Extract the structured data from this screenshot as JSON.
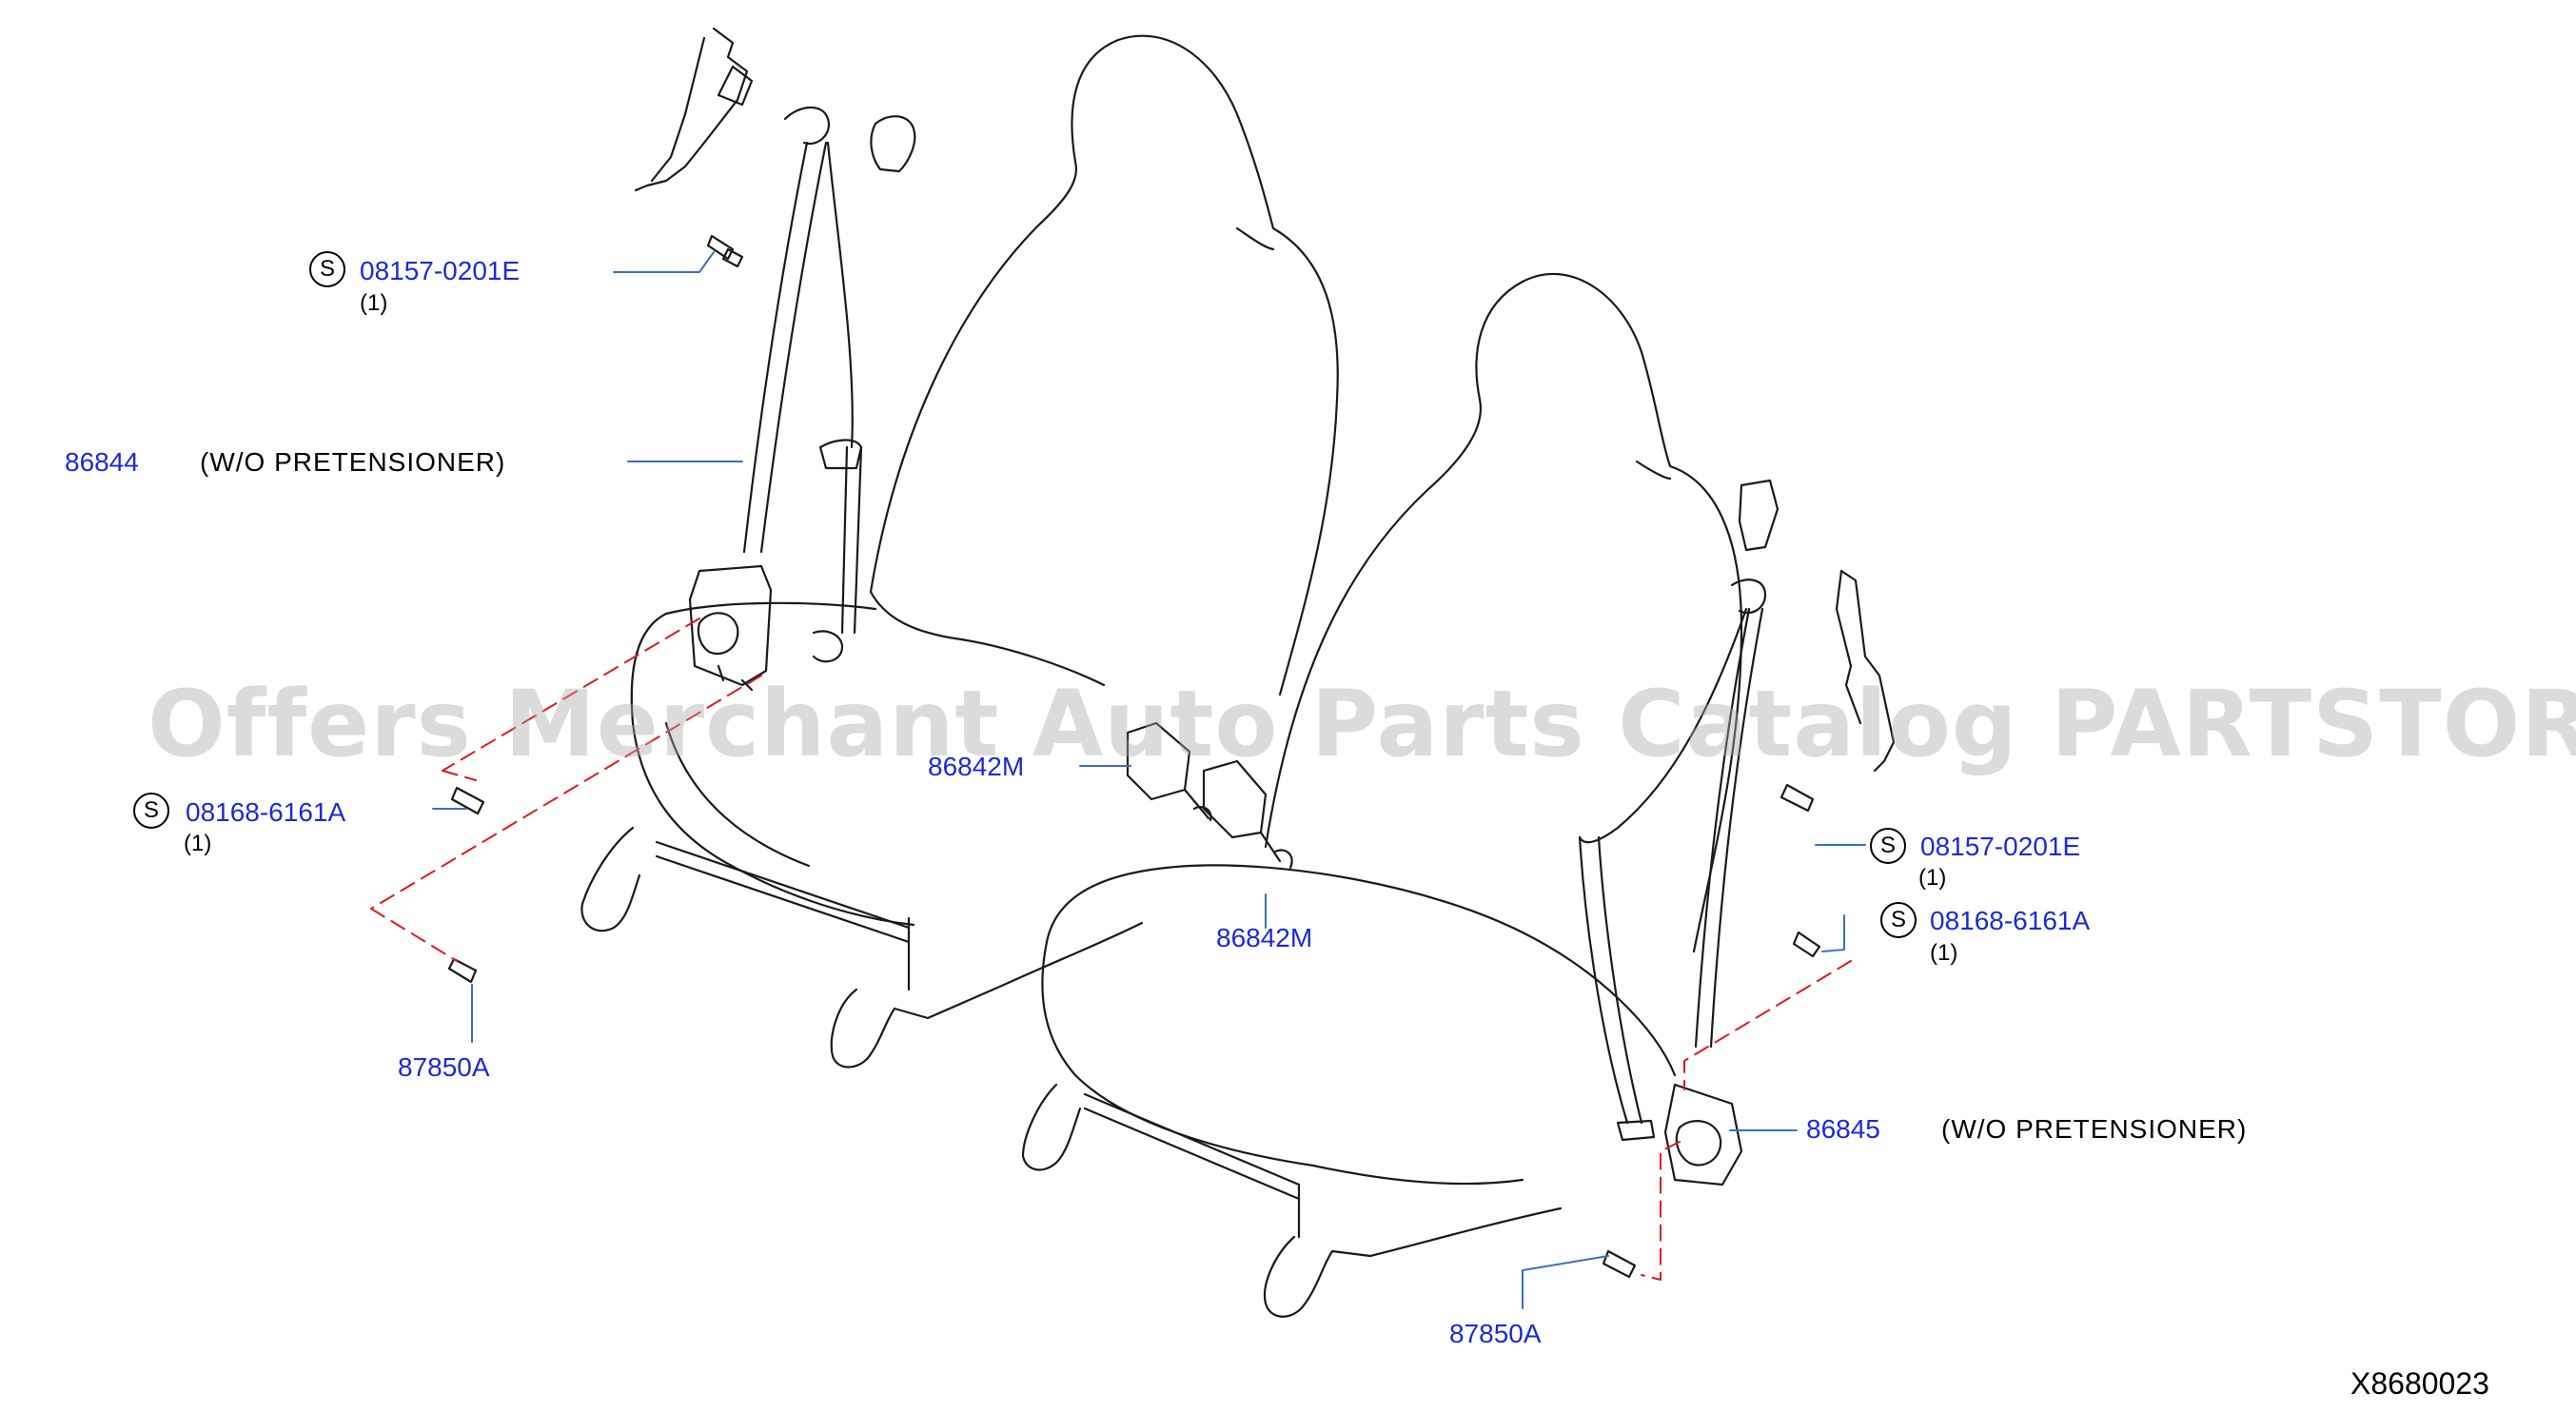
{
  "diagram": {
    "figure_code": "X8680023",
    "watermark": "Offers Merchant Auto Parts Catalog PARTSTORE.SA",
    "callouts": [
      {
        "id": "bolt-upper-left",
        "part": "08157-0201E",
        "std_mark": "S",
        "qty": "(1)"
      },
      {
        "id": "belt-left",
        "part": "86844",
        "note": "(W/O   PRETENSIONER)"
      },
      {
        "id": "bolt-lower-left",
        "part": "08168-6161A",
        "std_mark": "S",
        "qty": "(1)"
      },
      {
        "id": "anchor-bolt-left",
        "part": "87850A"
      },
      {
        "id": "buckle-upper",
        "part": "86842M"
      },
      {
        "id": "buckle-lower",
        "part": "86842M"
      },
      {
        "id": "bolt-upper-right",
        "part": "08157-0201E",
        "std_mark": "S",
        "qty": "(1)"
      },
      {
        "id": "bolt-lower-right",
        "part": "08168-6161A",
        "std_mark": "S",
        "qty": "(1)"
      },
      {
        "id": "belt-right",
        "part": "86845",
        "note": "(W/O   PRETENSIONER)"
      },
      {
        "id": "anchor-bolt-right",
        "part": "87850A"
      }
    ]
  },
  "colors": {
    "callout_text": "#1a2bd6",
    "leader_line": "#3a6fc4",
    "dashed_line": "#e0191e",
    "drawing_line": "#1a1a1a",
    "watermark": "#aaaaaa"
  }
}
